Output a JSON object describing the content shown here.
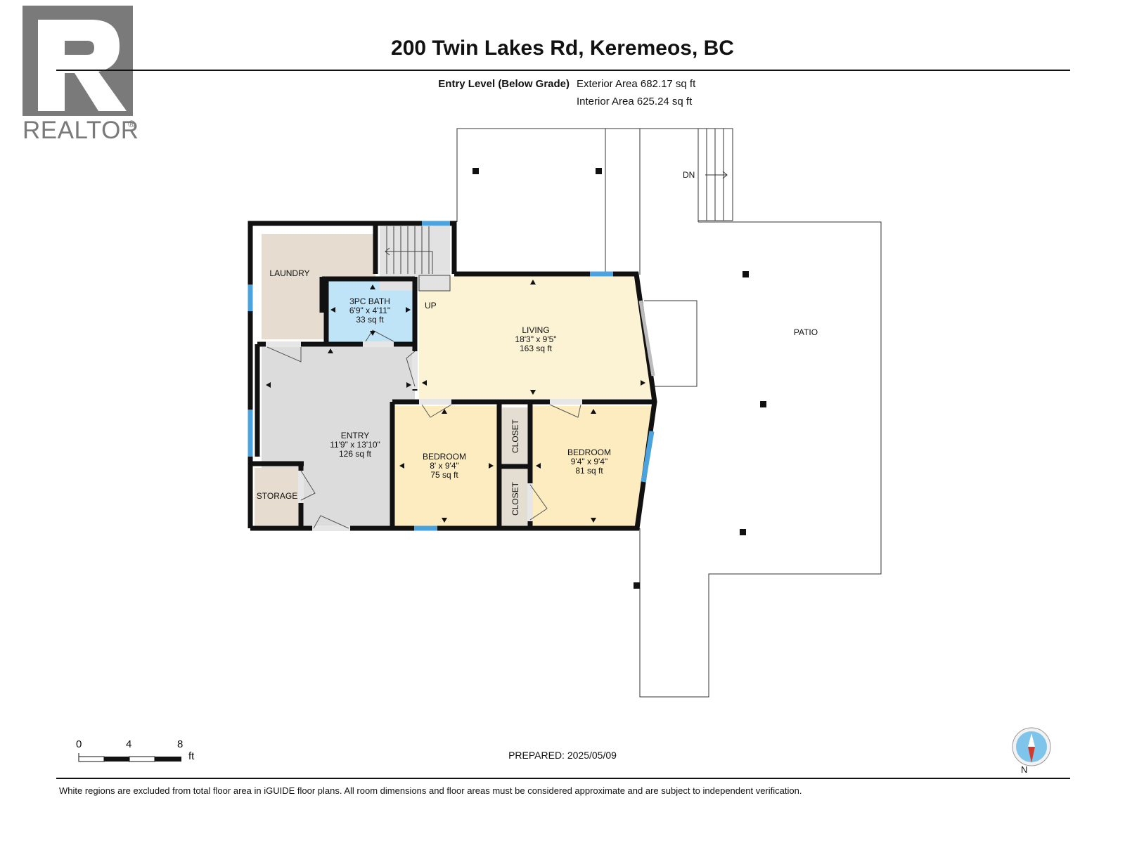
{
  "header": {
    "title": "200 Twin Lakes Rd, Keremeos, BC",
    "level": "Entry Level (Below Grade)",
    "exterior_area": "Exterior Area 682.17 sq ft",
    "interior_area": "Interior Area 625.24 sq ft"
  },
  "logo": {
    "text": "REALTOR",
    "reg_mark": "®",
    "icon": "realtor-r-logo"
  },
  "rooms": {
    "laundry": {
      "name": "LAUNDRY"
    },
    "bath": {
      "name": "3PC BATH",
      "dims": "6'9\" x 4'11\"",
      "area": "33 sq ft"
    },
    "living": {
      "name": "LIVING",
      "dims": "18'3\" x 9'5\"",
      "area": "163 sq ft"
    },
    "entry": {
      "name": "ENTRY",
      "dims": "11'9\" x 13'10\"",
      "area": "126 sq ft"
    },
    "bedroom1": {
      "name": "BEDROOM",
      "dims": "8' x 9'4\"",
      "area": "75 sq ft"
    },
    "bedroom2": {
      "name": "BEDROOM",
      "dims": "9'4\" x 9'4\"",
      "area": "81 sq ft"
    },
    "closet1": {
      "name": "CLOSET"
    },
    "closet2": {
      "name": "CLOSET"
    },
    "storage": {
      "name": "STORAGE"
    },
    "patio": {
      "name": "PATIO"
    }
  },
  "stairs": {
    "up": "UP",
    "down": "DN"
  },
  "scale": {
    "ticks": [
      "0",
      "4",
      "8"
    ],
    "unit": "ft"
  },
  "compass": {
    "label": "N",
    "icon": "compass-icon"
  },
  "footer": {
    "prepared": "PREPARED: 2025/05/09",
    "disclaimer": "White regions are excluded from total floor area in iGUIDE floor plans. All room dimensions and floor areas must be considered approximate and are subject to independent verification."
  },
  "colors": {
    "wall": "#111111",
    "window": "#4aa3df",
    "laundry": "#e6ddd0",
    "bath": "#bfe3f7",
    "living": "#fbf3d4",
    "entry": "#dcdcdc",
    "bedroom": "#fcecc0",
    "closet": "#e4ddd2",
    "storage": "#e6ddd0",
    "logo": "#7a7a7a",
    "compass": "#d33a2c"
  }
}
